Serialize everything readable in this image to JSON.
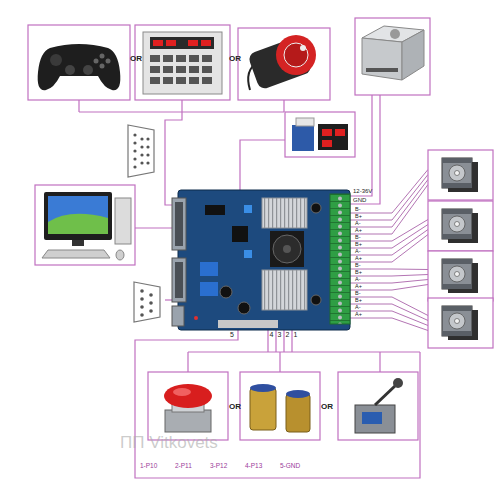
{
  "diagram": {
    "labels": [
      "OR",
      "OR",
      "12-36V",
      "GND",
      "B-",
      "B+",
      "A-",
      "A+",
      "B-",
      "B+",
      "A-",
      "A+",
      "B-",
      "B+",
      "A-",
      "A+",
      "B-",
      "B+",
      "A-",
      "A+",
      "5",
      "4",
      "3",
      "2",
      "1",
      "OR",
      "OR",
      "1-P10",
      "2-P11",
      "3-P12",
      "4-P13",
      "5-GND",
      "ПП Vitkovets"
    ]
  }
}
